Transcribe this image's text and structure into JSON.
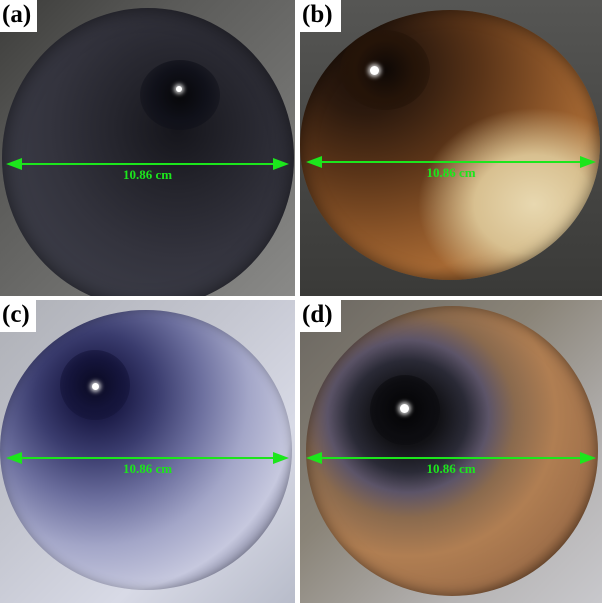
{
  "figure": {
    "panels": [
      {
        "id": "a",
        "label": "(a)",
        "measurement": "10.86 cm",
        "description": "dark grey pipe interior with central light"
      },
      {
        "id": "b",
        "label": "(b)",
        "measurement": "10.86 cm",
        "description": "rust-brown corroded pipe interior with pale deposit at lower right"
      },
      {
        "id": "c",
        "label": "(c)",
        "measurement": "10.86 cm",
        "description": "bluish-white pipe interior with layered scale"
      },
      {
        "id": "d",
        "label": "(d)",
        "measurement": "10.86 cm",
        "description": "brown corroded pipe interior with dark bore"
      }
    ],
    "colors": {
      "measure_line": "#1ce61c",
      "label_bg": "#ffffff",
      "label_text": "#000000",
      "gap": "#ffffff"
    }
  }
}
